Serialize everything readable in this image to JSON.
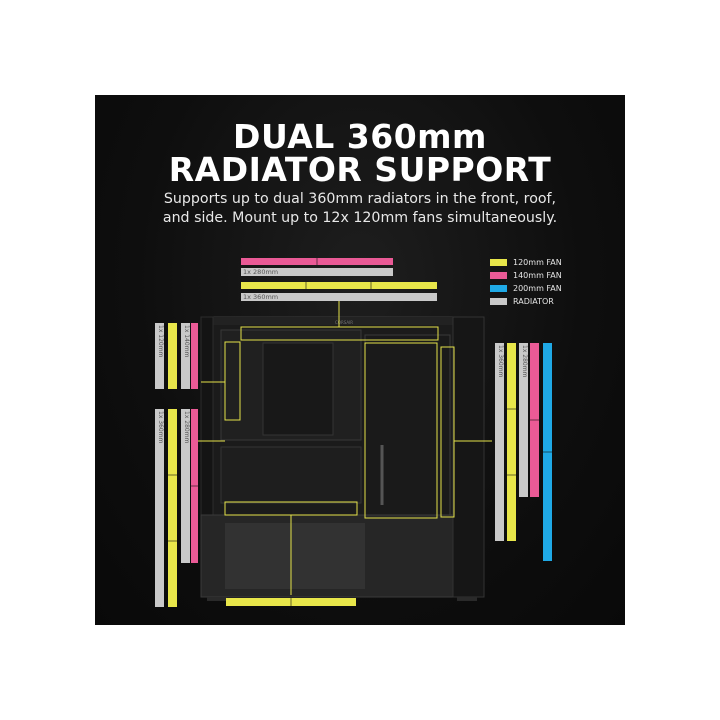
{
  "headline": {
    "line1": "DUAL 360mm",
    "line2": "RADIATOR SUPPORT"
  },
  "subtitle": {
    "line1": "Supports up to dual 360mm radiators in the front, roof,",
    "line2": "and side. Mount up to 12x 120mm fans simultaneously."
  },
  "legend": [
    {
      "label": "120mm FAN",
      "color": "#e8e64a"
    },
    {
      "label": "140mm FAN",
      "color": "#ea5a96"
    },
    {
      "label": "200mm FAN",
      "color": "#1fa9e6"
    },
    {
      "label": "RADIATOR",
      "color": "#c9c9c9"
    }
  ],
  "labels": {
    "top_radiator_280": "1x 280mm",
    "top_radiator_360": "1x 360mm",
    "left_radiator_120": "1x 120mm",
    "left_fan_140": "1x 140mm",
    "left_radiator_360": "1x 360mm",
    "left_fan_280": "1x 280mm",
    "right_radiator_360": "1x 360mm",
    "right_fan_280": "1x 280mm"
  },
  "case_logo": "CORSAIR"
}
